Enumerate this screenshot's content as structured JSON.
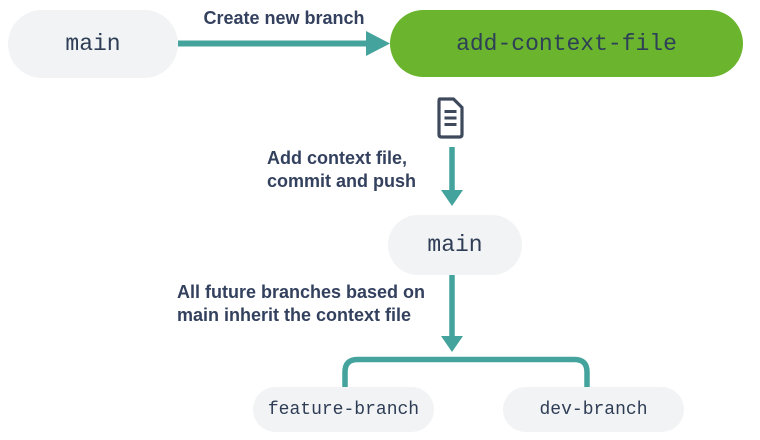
{
  "nodes": {
    "main_top": "main",
    "add_context_file": "add-context-file",
    "main_middle": "main",
    "feature_branch": "feature-branch",
    "dev_branch": "dev-branch"
  },
  "labels": {
    "create_branch": "Create new branch",
    "commit_line1": "Add context file,",
    "commit_line2": "commit and push",
    "inherit_line1": "All future branches based on",
    "inherit_line2": "main inherit the context file"
  },
  "icons": {
    "file": "document-icon"
  },
  "colors": {
    "arrow_teal": "#44a39d",
    "branch_green": "#6bb42e",
    "node_gray": "#f1f3f4",
    "text_navy": "#33415e"
  }
}
